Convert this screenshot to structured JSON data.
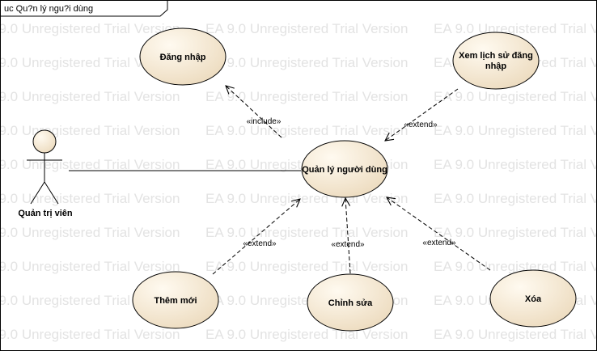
{
  "diagram": {
    "frame_label": "uc Qu?n lý ngu?i dùng",
    "watermark": "EA 9.0 Unregistered Trial Version",
    "actor": {
      "label": "Quản trị viên"
    },
    "use_cases": {
      "login": "Đăng nhập",
      "history": "Xem lịch sử đăng nhập",
      "history_line1": "Xem lịch sử đăng",
      "history_line2": "nhập",
      "manage": "Quản lý người dùng",
      "add": "Thêm mới",
      "edit": "Chỉnh sửa",
      "delete": "Xóa"
    },
    "relations": {
      "include": "«include»",
      "extend_history": "«extend»",
      "extend_add": "«extend»",
      "extend_edit": "«extend»",
      "extend_delete": "«extend»"
    },
    "colors": {
      "use_case_fill_light": "#fffaf0",
      "use_case_fill_dark": "#eddcc0",
      "stroke": "#000000",
      "watermark": "#e3e3e3"
    }
  }
}
